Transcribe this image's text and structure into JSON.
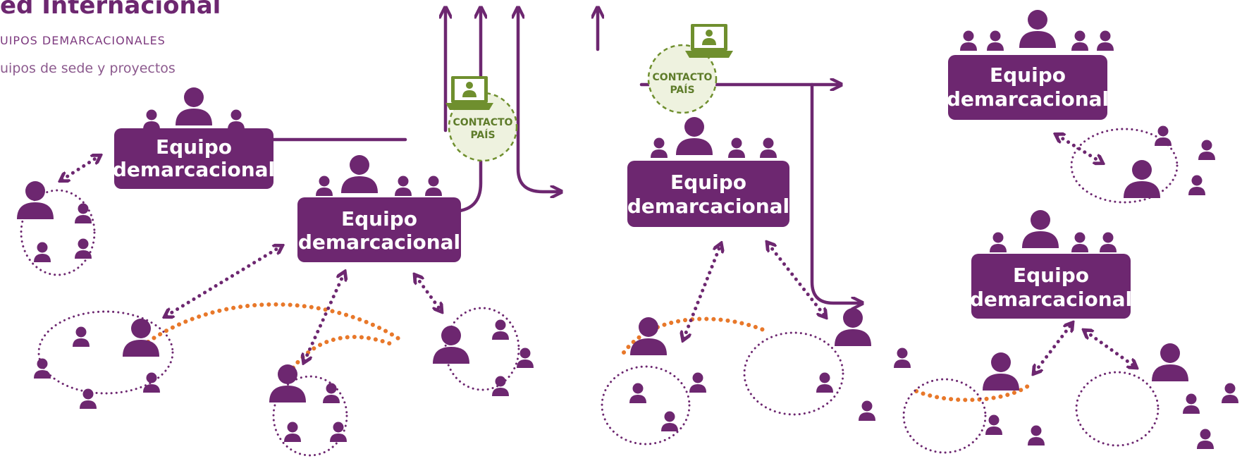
{
  "header": {
    "title": "ed Internacional",
    "subtitle_1": "UIPOS DEMARCACIONALES",
    "subtitle_2": "uipos de sede y proyectos"
  },
  "teams": {
    "line1": "Equipo",
    "line2": "demarcacional"
  },
  "contact": {
    "line1": "CONTACTO",
    "line2": "PAÍS"
  },
  "colors": {
    "purple": "#6d2770",
    "orange": "#e8782a",
    "green": "#6f8f2e",
    "green_light": "#eef2df"
  },
  "icons": [
    "person-icon",
    "laptop-video-icon",
    "double-arrow-icon",
    "arrow-up-icon"
  ]
}
